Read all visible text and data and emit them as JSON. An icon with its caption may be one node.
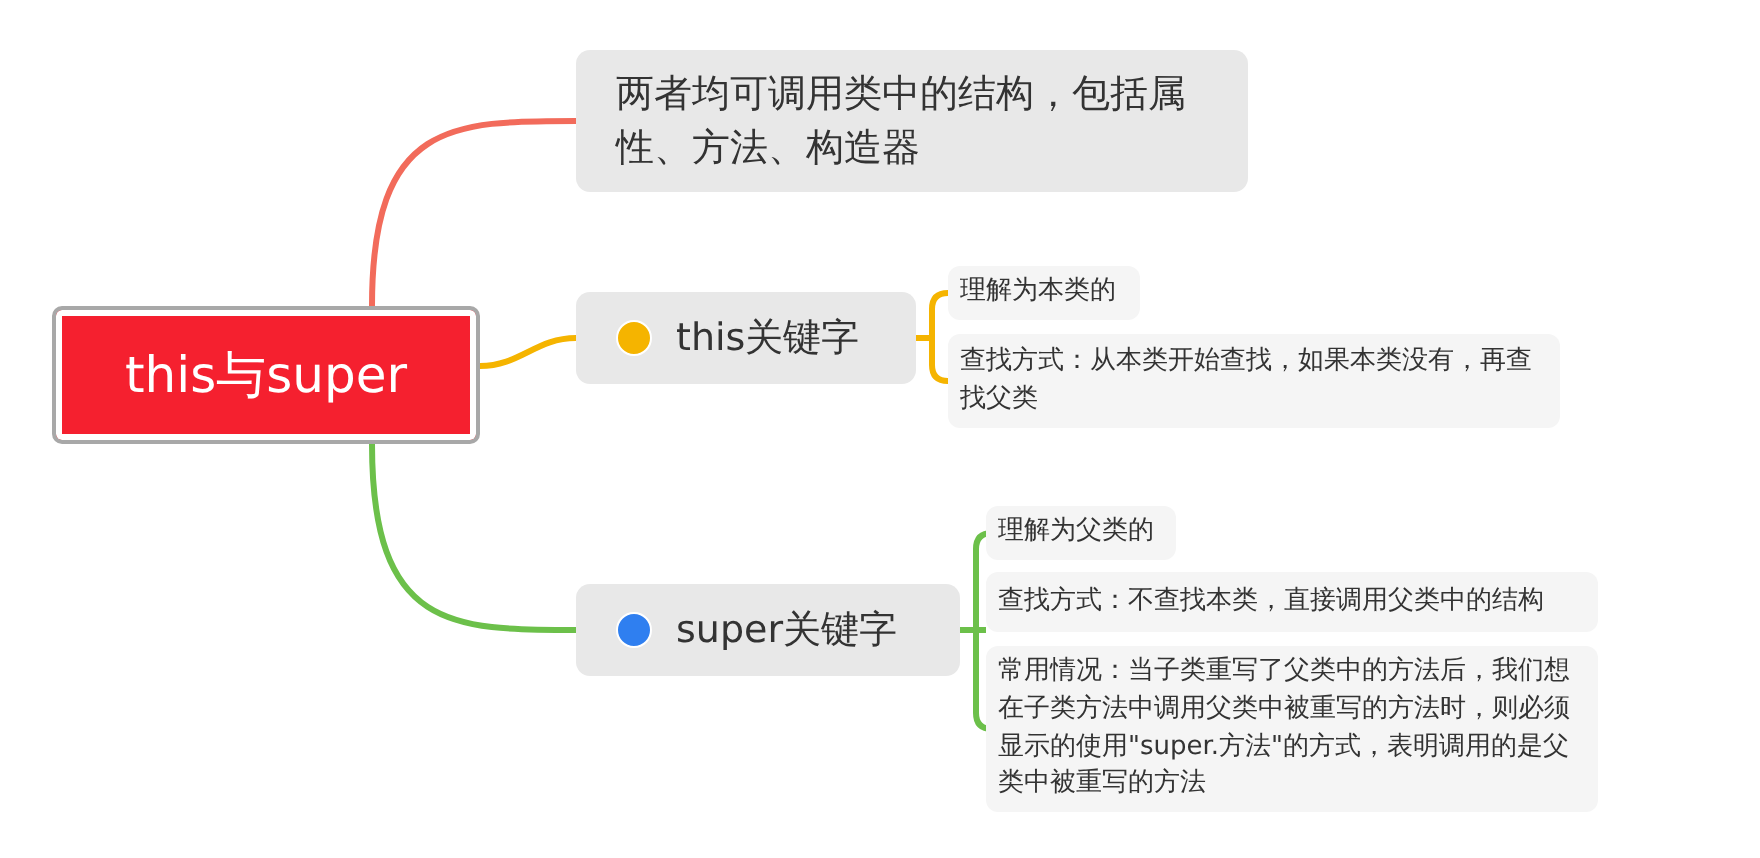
{
  "diagram": {
    "nodes": [
      {
        "text": [
          "this与super"
        ]
      },
      {
        "text": [
          "两者均可调用类中的结构，包括属性、方法、构造器"
        ]
      },
      {
        "text": [
          "this关键字"
        ]
      },
      {
        "text": [
          "理解为本类的"
        ]
      },
      {
        "text": [
          "查找方式：从本类开始查找，如果本类没有，再查找父类"
        ]
      },
      {
        "text": [
          "super关键字"
        ]
      },
      {
        "text": [
          "理解为父类的"
        ]
      },
      {
        "text": [
          "查找方式：不查找本类，直接调用父类中的结构"
        ]
      },
      {
        "text": [
          "常用情况：当子类重写了父类中的方法后，我们想在子类方法中调用父类中被重写的方法时，则必须显示的使用\"super.方法\"的方式，表明调用的是父类中被重写的方法"
        ]
      }
    ],
    "edges": [
      {
        "from": 0,
        "to": 1,
        "arrow": "none",
        "color": "#f26b5b"
      },
      {
        "from": 0,
        "to": 2,
        "arrow": "none",
        "color": "#f5b400"
      },
      {
        "from": 0,
        "to": 5,
        "arrow": "none"
      },
      {
        "from": 2,
        "to": 3,
        "arrow": "none",
        "color": "#f5b400"
      },
      {
        "from": 2,
        "to": 4,
        "arrow": "none",
        "color": "#f5b400"
      },
      {
        "from": 5,
        "to": 6,
        "arrow": "none"
      },
      {
        "from": 5,
        "to": 7,
        "arrow": "none"
      },
      {
        "from": 5,
        "to": 8,
        "arrow": "none"
      }
    ]
  }
}
